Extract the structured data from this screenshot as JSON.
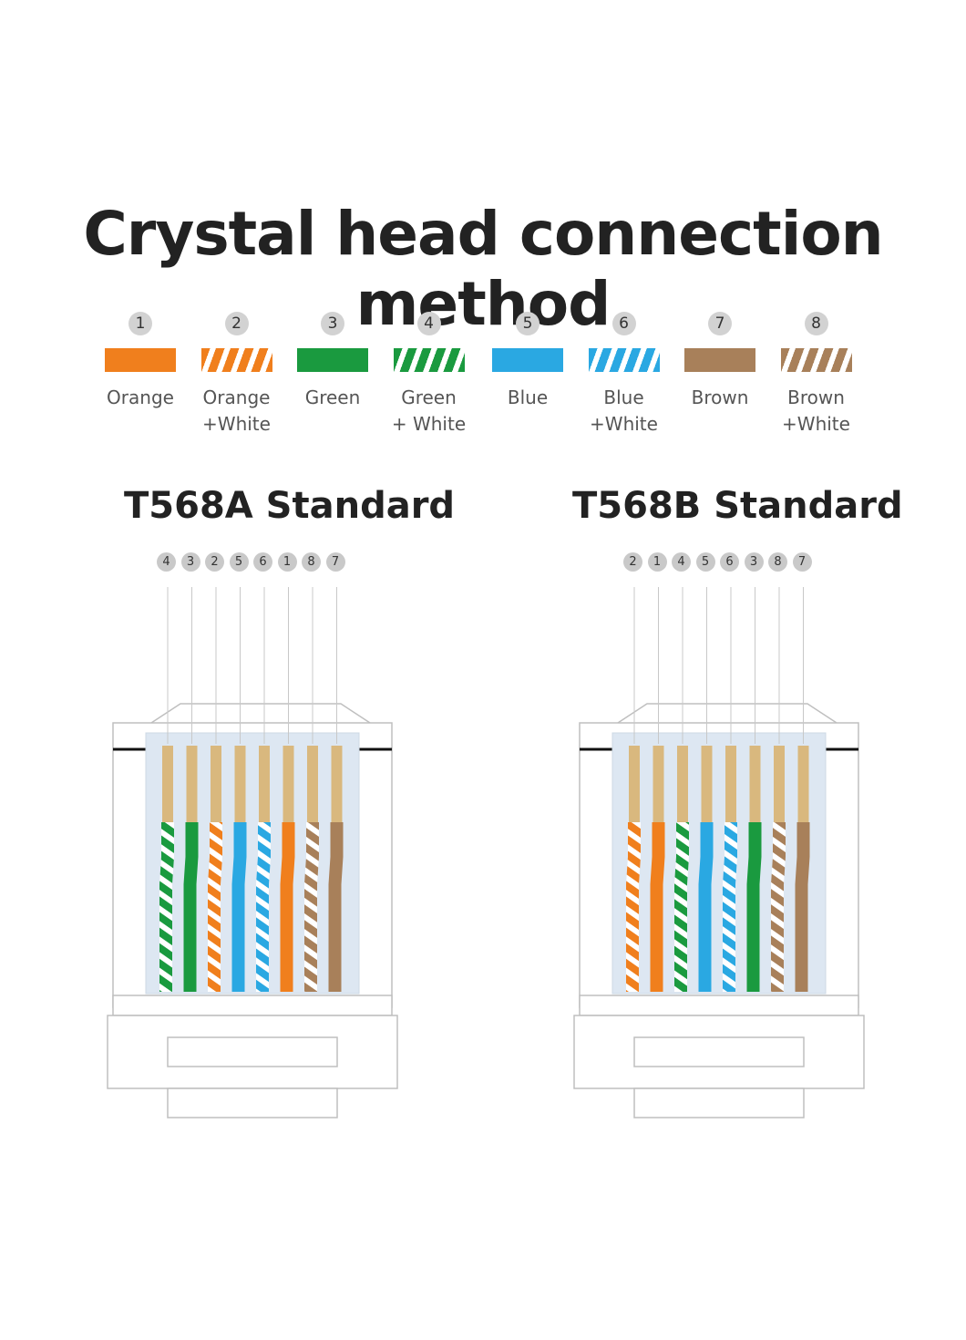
{
  "title": "Crystal head connection method",
  "legend": [
    {
      "num": "1",
      "label": "Orange",
      "color": "#f07f1d",
      "striped": false
    },
    {
      "num": "2",
      "label": "Orange\n+White",
      "color": "#f07f1d",
      "striped": true
    },
    {
      "num": "3",
      "label": "Green",
      "color": "#1a9a3f",
      "striped": false
    },
    {
      "num": "4",
      "label": "Green\n+ White",
      "color": "#1a9a3f",
      "striped": true
    },
    {
      "num": "5",
      "label": "Blue",
      "color": "#2aa8e2",
      "striped": false
    },
    {
      "num": "6",
      "label": "Blue\n+White",
      "color": "#2aa8e2",
      "striped": true
    },
    {
      "num": "7",
      "label": "Brown",
      "color": "#a8805a",
      "striped": false
    },
    {
      "num": "8",
      "label": "Brown\n+White",
      "color": "#a8805a",
      "striped": true
    }
  ],
  "standards": [
    {
      "name": "T568A Standard",
      "order": [
        "4",
        "3",
        "2",
        "5",
        "6",
        "1",
        "8",
        "7"
      ]
    },
    {
      "name": "T568B Standard",
      "order": [
        "2",
        "1",
        "4",
        "5",
        "6",
        "3",
        "8",
        "7"
      ]
    }
  ],
  "colors": {
    "pin_gold": "#d9b87e",
    "housing_stroke": "#bfbfbf",
    "inner_panel": "#dde7f2"
  }
}
